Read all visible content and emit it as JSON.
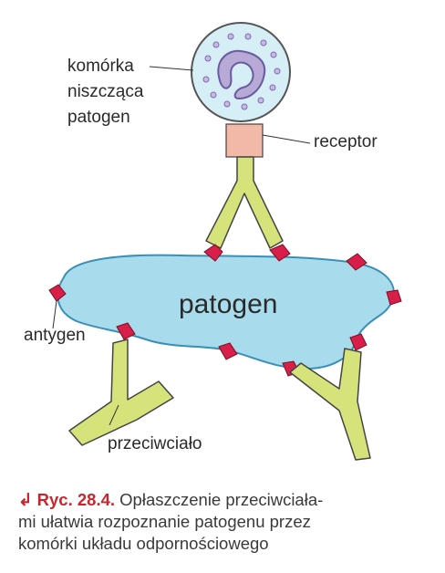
{
  "labels": {
    "cell_line1": "komórka",
    "cell_line2": "niszcząca",
    "cell_line3": "patogen",
    "receptor": "receptor",
    "pathogen": "patogen",
    "antigen": "antygen",
    "antibody": "przeciwciało"
  },
  "caption": {
    "arrow": "↲",
    "number": "Ryc. 28.4.",
    "line1_rest": " Opłaszczenie przeciwciała-",
    "line2": "mi ułatwia rozpoznanie patogenu przez",
    "line3": "komórki układu odpornościowego"
  },
  "colors": {
    "pathogen_fill": "#a8dcec",
    "pathogen_stroke": "#3a8fb6",
    "cell_fill": "#d6eef6",
    "nucleus_fill": "#b9a9d6",
    "receptor_fill": "#f2b8a8",
    "antibody_fill": "#d6e27a",
    "antigen_fill": "#d81f4a",
    "accent": "#c8262c"
  }
}
